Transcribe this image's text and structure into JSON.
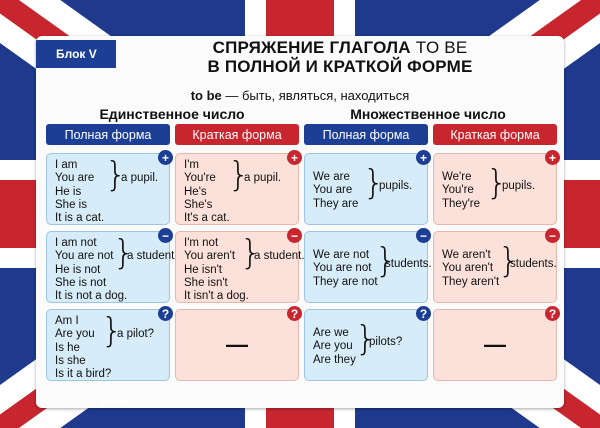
{
  "block_label": "Блок V",
  "title_line1_bold": "СПРЯЖЕНИЕ ГЛАГОЛА",
  "title_line1_normal": "TO BE",
  "title_line2": "В ПОЛНОЙ И КРАТКОЙ ФОРМЕ",
  "subtitle_bold": "to be",
  "subtitle_rest": " — быть, являться, находиться",
  "singular_heading": "Единственное число",
  "plural_heading": "Множественное число",
  "full_form": "Полная форма",
  "short_form": "Краткая форма",
  "plus": "+",
  "minus": "−",
  "question": "?",
  "dash": "—",
  "publisher": "ДРОФА",
  "rows": {
    "aff": {
      "sg_full": {
        "lines": [
          "I am",
          "You are",
          "He is",
          "She is",
          "It is a cat."
        ],
        "rest": "a pupil."
      },
      "sg_short": {
        "lines": [
          "I'm",
          "You're",
          "He's",
          "She's",
          "It's a cat."
        ],
        "rest": "a pupil."
      },
      "pl_full": {
        "lines": [
          "We are",
          "You are",
          "They are"
        ],
        "rest": "pupils."
      },
      "pl_short": {
        "lines": [
          "We're",
          "You're",
          "They're"
        ],
        "rest": "pupils."
      }
    },
    "neg": {
      "sg_full": {
        "lines": [
          "I am not",
          "You are not",
          "He is not",
          "She is not",
          "It is not a dog."
        ],
        "rest": "a student."
      },
      "sg_short": {
        "lines": [
          "I'm not",
          "You aren't",
          "He isn't",
          "She isn't",
          "It isn't a dog."
        ],
        "rest": "a student."
      },
      "pl_full": {
        "lines": [
          "We are not",
          "You are not",
          "They are not"
        ],
        "rest": "students."
      },
      "pl_short": {
        "lines": [
          "We aren't",
          "You aren't",
          "They aren't"
        ],
        "rest": "students."
      }
    },
    "q": {
      "sg_full": {
        "lines": [
          "Am I",
          "Are you",
          "Is he",
          "Is she",
          "Is it a bird?"
        ],
        "rest": "a pilot?"
      },
      "pl_full": {
        "lines": [
          "Are we",
          "Are you",
          "Are they"
        ],
        "rest": "pilots?"
      }
    }
  },
  "colors": {
    "flag_blue": "#1f3a8c",
    "flag_red": "#c8262f",
    "header_blue": "#1c3f95",
    "header_red": "#c8262f",
    "cell_blue": "#d6ecf8",
    "cell_pink": "#fbe1da"
  }
}
